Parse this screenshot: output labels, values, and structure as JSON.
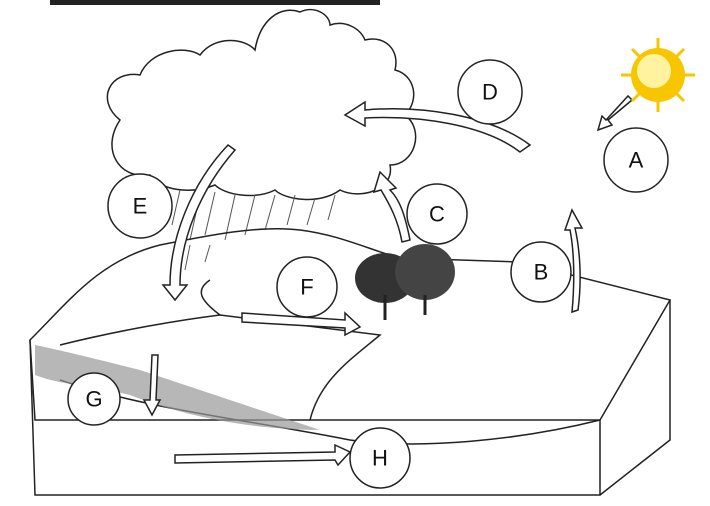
{
  "labels": {
    "A": "A",
    "B": "B",
    "C": "C",
    "D": "D",
    "E": "E",
    "F": "F",
    "G": "G",
    "H": "H"
  },
  "colors": {
    "sun": "#f7c600",
    "sun_core": "#fff3a0",
    "ground": "#ffffff",
    "stroke": "#222222"
  }
}
